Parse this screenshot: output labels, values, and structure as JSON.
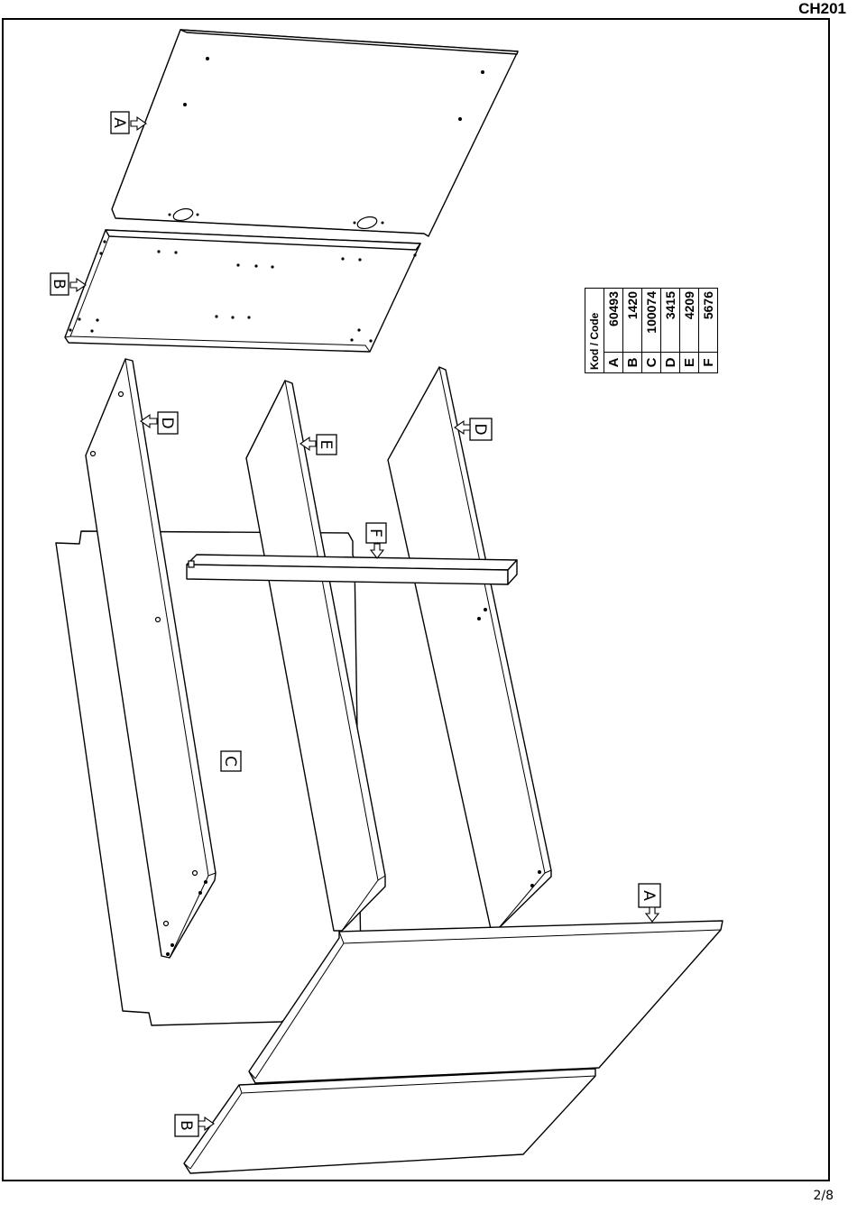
{
  "header": {
    "model_code": "CH201"
  },
  "footer": {
    "page_number": "2/8"
  },
  "parts_table": {
    "header": "Kod / Code",
    "rows": [
      {
        "letter": "A",
        "code": "60493"
      },
      {
        "letter": "B",
        "code": "1420"
      },
      {
        "letter": "C",
        "code": "100074"
      },
      {
        "letter": "D",
        "code": "3415"
      },
      {
        "letter": "E",
        "code": "4209"
      },
      {
        "letter": "F",
        "code": "5676"
      }
    ]
  },
  "labels": {
    "top_a": "A",
    "top_b": "B",
    "left_d": "D",
    "mid_e": "E",
    "right_d": "D",
    "rail_f": "F",
    "back_c": "C",
    "bottom_a": "A",
    "bottom_b": "B"
  }
}
